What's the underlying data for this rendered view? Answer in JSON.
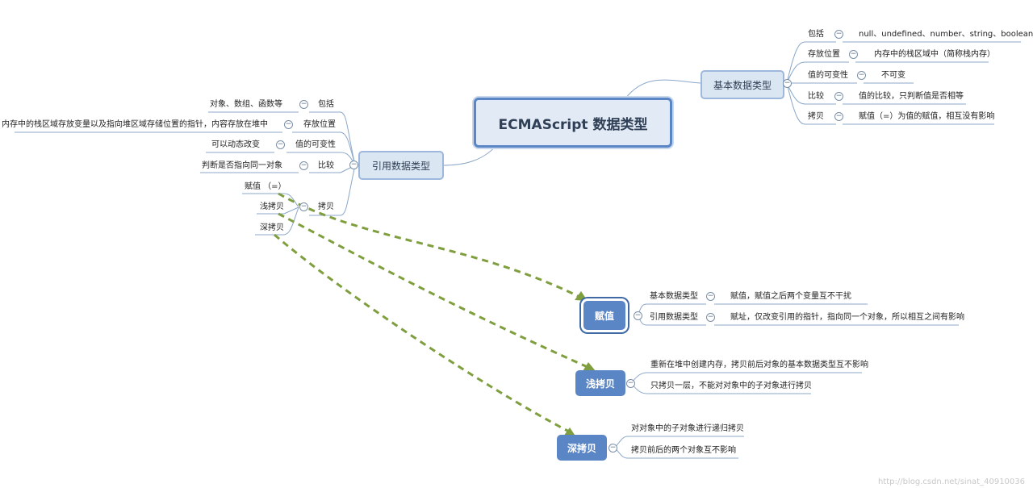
{
  "root": {
    "title": "ECMAScript 数据类型"
  },
  "basic": {
    "label": "基本数据类型",
    "rows": [
      {
        "key": "包括",
        "value": "null、undefined、number、string、boolean"
      },
      {
        "key": "存放位置",
        "value": "内存中的栈区域中（简称栈内存）"
      },
      {
        "key": "值的可变性",
        "value": "不可变"
      },
      {
        "key": "比较",
        "value": "值的比较，只判断值是否相等"
      },
      {
        "key": "拷贝",
        "value": "赋值（=）为值的赋值，相互没有影响"
      }
    ]
  },
  "ref": {
    "label": "引用数据类型",
    "rows": [
      {
        "key": "包括",
        "value": "对象、数组、函数等"
      },
      {
        "key": "存放位置",
        "value": "内存中的栈区域存放变量以及指向堆区域存储位置的指针，内容存放在堆中"
      },
      {
        "key": "值的可变性",
        "value": "可以动态改变"
      },
      {
        "key": "比较",
        "value": "判断是否指向同一对象"
      },
      {
        "key": "拷贝",
        "value": ""
      }
    ],
    "copy_children": [
      "赋值 （=）",
      "浅拷贝",
      "深拷贝"
    ]
  },
  "assign": {
    "label": "赋值",
    "rows": [
      {
        "key": "基本数据类型",
        "value": "赋值，赋值之后两个变量互不干扰"
      },
      {
        "key": "引用数据类型",
        "value": "赋址，仅改变引用的指针，指向同一个对象，所以相互之间有影响"
      }
    ]
  },
  "shallow": {
    "label": "浅拷贝",
    "items": [
      "重新在堆中创建内存，拷贝前后对象的基本数据类型互不影响",
      "只拷贝一层，不能对对象中的子对象进行拷贝"
    ]
  },
  "deep": {
    "label": "深拷贝",
    "items": [
      "对对象中的子对象进行递归拷贝",
      "拷贝前后的两个对象互不影响"
    ]
  },
  "collapse_symbol": "−",
  "watermark": "http://blog.csdn.net/sinat_40910036",
  "colors": {
    "accent": "#5b86c5",
    "link": "#7f9f3f",
    "line": "#8ba7c9"
  }
}
